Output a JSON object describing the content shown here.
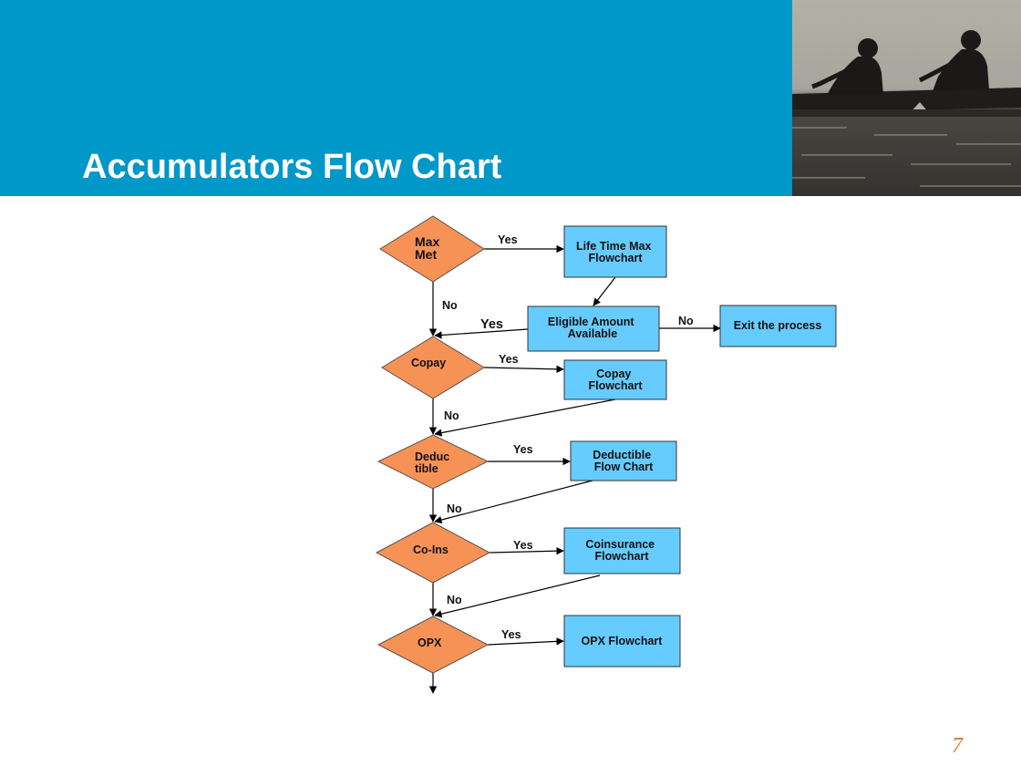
{
  "slide": {
    "title": "Accumulators Flow Chart",
    "page_number": "7"
  },
  "colors": {
    "header_bg": "#0097C9",
    "decision_fill": "#F79256",
    "process_fill": "#66CCFF",
    "page_number": "#E07A2E"
  },
  "photo": {
    "icon": "two-rowers-silhouette-photo"
  },
  "flowchart": {
    "decisions": {
      "max_met": [
        "Max",
        "Met"
      ],
      "copay": [
        "Copay"
      ],
      "deductible": [
        "Deduc",
        "tible"
      ],
      "coins": [
        "Co-Ins"
      ],
      "opx": [
        "OPX"
      ]
    },
    "processes": {
      "lifetime_max": [
        "Life Time Max",
        "Flowchart"
      ],
      "eligible_amount": [
        "Eligible Amount",
        "Available"
      ],
      "exit": [
        "Exit the process"
      ],
      "copay_flow": [
        "Copay",
        "Flowchart"
      ],
      "deductible_flow": [
        "Deductible",
        "Flow Chart"
      ],
      "coinsurance_flow": [
        "Coinsurance",
        "Flowchart"
      ],
      "opx_flow": [
        "OPX Flowchart"
      ]
    },
    "edge_labels": {
      "max_yes": "Yes",
      "max_no": "No",
      "eligible_yes": "Yes",
      "eligible_no": "No",
      "copay_yes": "Yes",
      "copay_no": "No",
      "deduc_yes": "Yes",
      "deduc_no": "No",
      "coins_yes": "Yes",
      "coins_no": "No",
      "opx_yes": "Yes"
    }
  }
}
